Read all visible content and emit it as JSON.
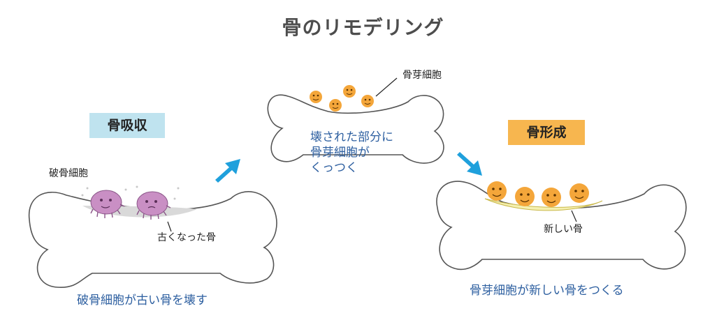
{
  "title": "骨のリモデリング",
  "stages": {
    "resorption": {
      "label": "骨吸収",
      "cell_label": "破骨細胞",
      "bone_label": "古くなった骨",
      "caption": "破骨細胞が古い骨を壊す"
    },
    "attachment": {
      "cell_label": "骨芽細胞",
      "caption_lines": [
        "壊された部分に",
        "骨芽細胞が",
        "くっつく"
      ]
    },
    "formation": {
      "label": "骨形成",
      "bone_label": "新しい骨",
      "caption": "骨芽細胞が新しい骨をつくる"
    }
  },
  "colors": {
    "osteoclast": "#c98fc4",
    "osteoblast": "#f4a63a",
    "arrow": "#1fa0dc",
    "caption_text": "#2d5fa0",
    "resorption_label_bg": "#bfe3ef",
    "formation_label_bg": "#f7b64f",
    "new_bone": "#f5f0b0",
    "resorbed_area": "#d9d9d9"
  }
}
